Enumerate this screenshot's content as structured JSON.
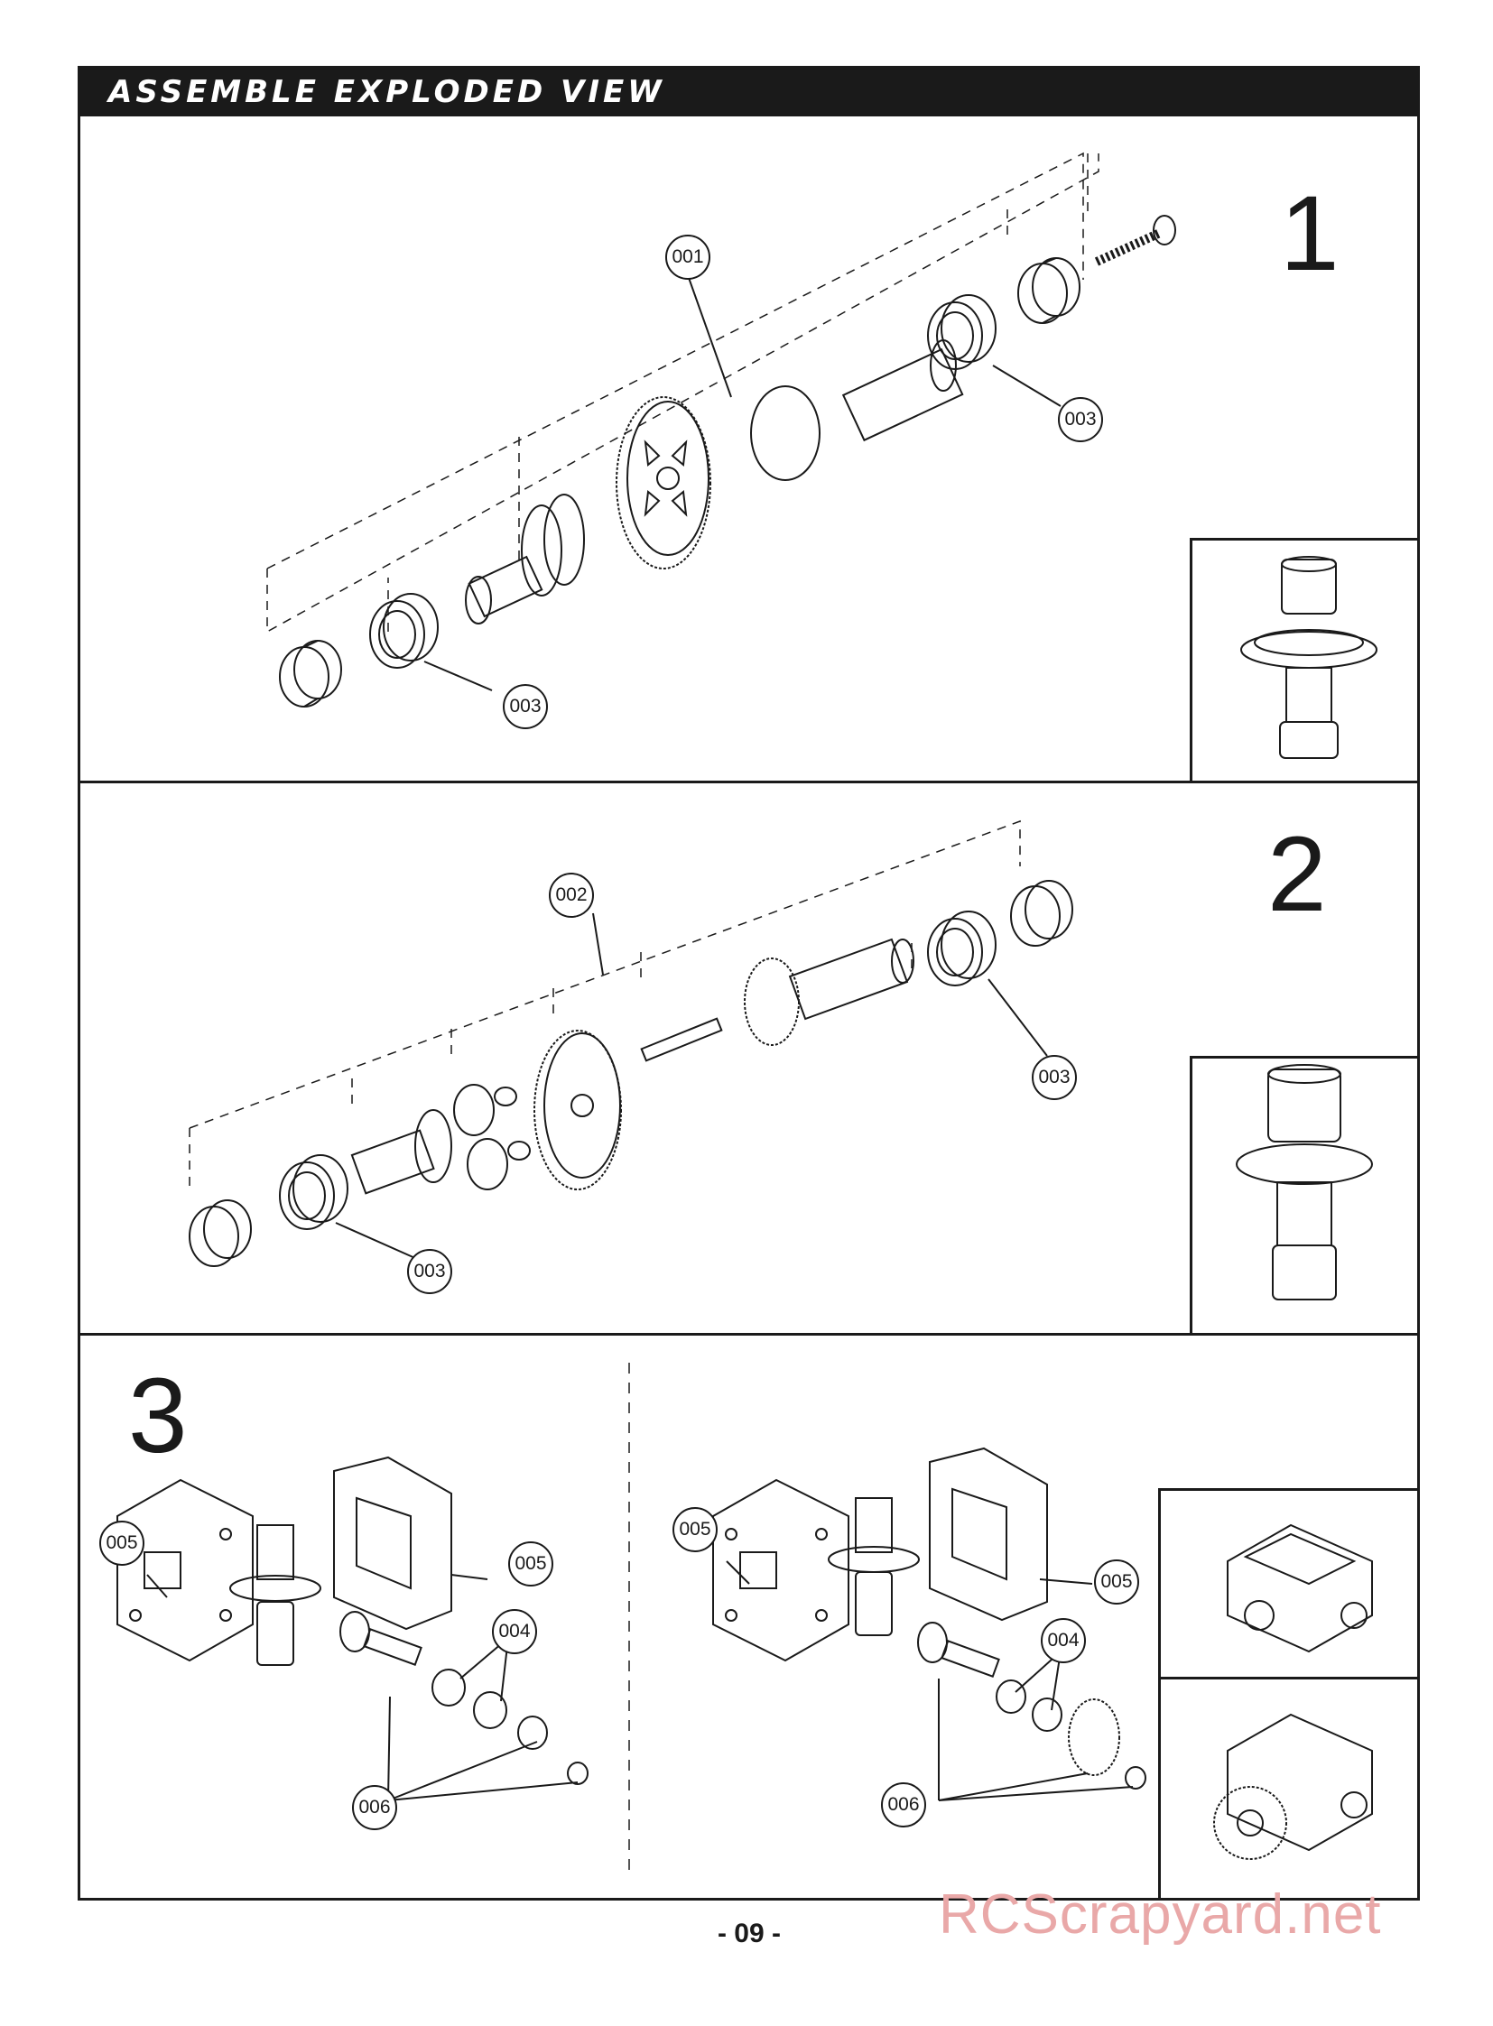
{
  "header": {
    "title": "ASSEMBLE EXPLODED VIEW"
  },
  "steps": [
    {
      "number": "1",
      "callouts": [
        "001",
        "003",
        "003"
      ]
    },
    {
      "number": "2",
      "callouts": [
        "002",
        "003",
        "003"
      ]
    },
    {
      "number": "3",
      "callouts": [
        "005",
        "005",
        "004",
        "006",
        "005",
        "005",
        "004",
        "006"
      ]
    }
  ],
  "footer": {
    "page_number": "- 09 -",
    "watermark": "RCScrapyard.net"
  },
  "colors": {
    "line": "#1a1a1a",
    "watermark": "#e9a8a8",
    "header_bg": "#1a1a1a"
  }
}
